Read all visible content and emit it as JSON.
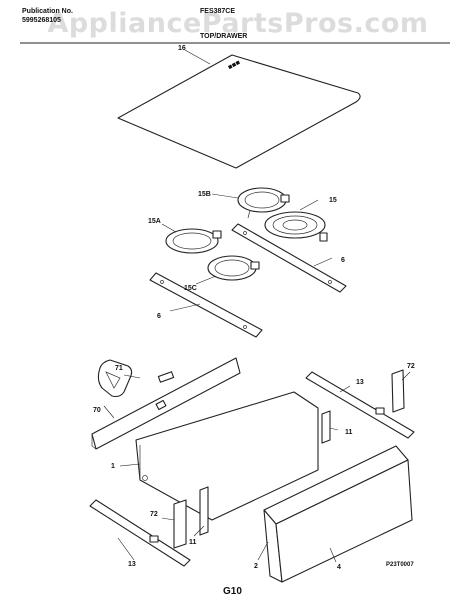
{
  "header": {
    "pub_label": "Publication No.",
    "pub_number": "5995268105",
    "model": "FES387CE",
    "section": "TOP/DRAWER"
  },
  "watermark": "AppliancePartsPros.com",
  "parts": {
    "glass_top": "16",
    "element_15": "15",
    "element_15a": "15A",
    "element_15b": "15B",
    "element_15c": "15C",
    "bracket_right": "6",
    "bracket_left": "6",
    "item_71": "71",
    "item_70": "70",
    "drawer_body": "1",
    "item_13_right": "13",
    "item_72_right": "72",
    "item_11_right": "11",
    "item_72_left": "72",
    "item_11_left": "11",
    "item_13_left": "13",
    "item_2": "2",
    "item_4": "4"
  },
  "diagram_code": "P23T0007",
  "page_label": "G10"
}
